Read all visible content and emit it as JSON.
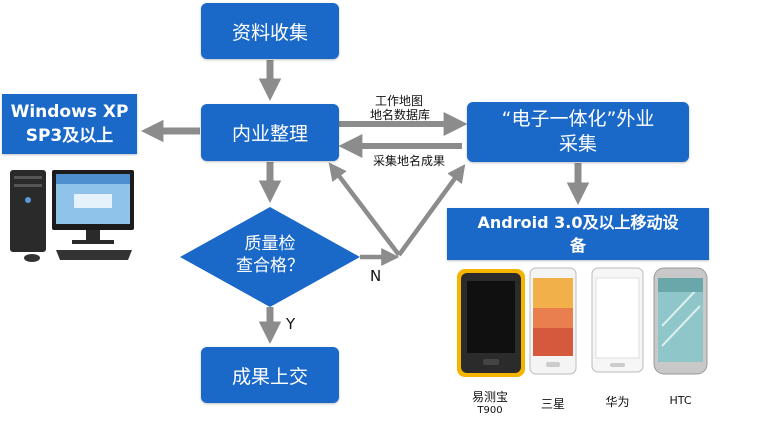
{
  "nodes": {
    "collect": "资料收集",
    "organize": "内业整理",
    "check_line1": "质量检",
    "check_line2": "查合格？",
    "submit": "成果上交",
    "field_line1": "“电子一体化”外业",
    "field_line2": "采集",
    "windows_line1": "Windows XP",
    "windows_line2": "SP3及以上",
    "android_line1": "Android 3.0及以上移动设",
    "android_line2": "备"
  },
  "edges": {
    "to_field_line1": "工作地图",
    "to_field_line2": "地名数据库",
    "from_field": "采集地名成果",
    "no": "N",
    "yes": "Y"
  },
  "devices": [
    {
      "name": "易测宝",
      "model": "T900"
    },
    {
      "name": "三星",
      "model": ""
    },
    {
      "name": "华为",
      "model": ""
    },
    {
      "name": "HTC",
      "model": ""
    }
  ],
  "colors": {
    "box": "#1a68c8",
    "arrow": "#8c8c8c",
    "frame": "#f5b400"
  }
}
